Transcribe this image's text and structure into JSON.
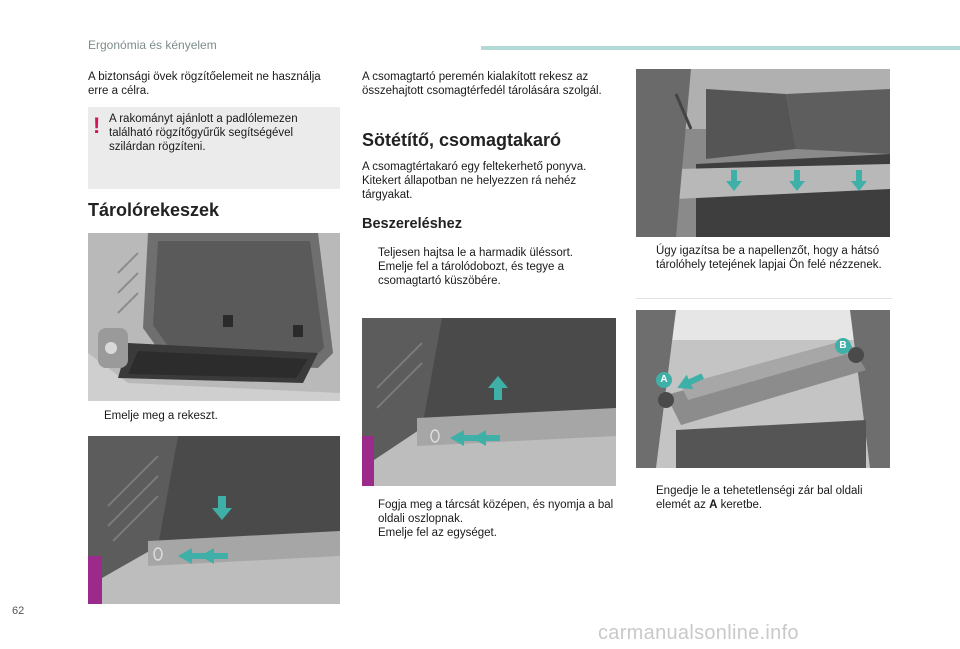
{
  "header": {
    "section": "Ergonómia és kényelem",
    "accent": "#b3d9d6"
  },
  "col1": {
    "intro": "A biztonsági övek rögzítőelemeit ne használja erre a célra.",
    "note": {
      "mark": "!",
      "text": "A rakományt ajánlott a padlólemezen található rögzítőgyűrűk segítségével szilárdan rögzíteni.",
      "mark_color": "#d4145a"
    },
    "heading": "Tárolórekeszek",
    "bullet1": {
      "mark": "",
      "text": "Emelje meg a rekeszt."
    }
  },
  "col2": {
    "intro": "A csomagtartó peremén kialakított rekesz az összehajtott csomagtérfedél tárolására szolgál.",
    "heading": "Sötétítő, csomagtakaró",
    "description": "A csomagtértakaró egy feltekerhető ponyva. Kitekert állapotban ne helyezzen rá nehéz tárgyakat.",
    "subheading": "Beszereléshez",
    "steps_a": [
      {
        "mark": "",
        "text": "Teljesen hajtsa le a harmadik üléssort."
      },
      {
        "mark": "",
        "text": "Emelje fel a tárolódobozt, és tegye a csomagtartó küszöbére."
      }
    ],
    "steps_b": [
      {
        "mark": "",
        "text": "Fogja meg a tárcsát középen, és nyomja a bal oldali oszlopnak."
      },
      {
        "mark": "",
        "text": "Emelje fel az egységet."
      }
    ]
  },
  "col3": {
    "step1": {
      "mark": "",
      "text": "Úgy igazítsa be a napellenzőt, hogy a hátsó tárolóhely tetejének lapjai Ön felé nézzenek."
    },
    "callouts": {
      "a": "A",
      "b": "B"
    },
    "step2": {
      "mark": "",
      "text_before": "Engedje le a tehetetlenségi zár bal oldali elemét az ",
      "bold": "A",
      "text_after": " keretbe."
    }
  },
  "footer": {
    "page_number": "62",
    "watermark": "carmanualsonline.info"
  }
}
